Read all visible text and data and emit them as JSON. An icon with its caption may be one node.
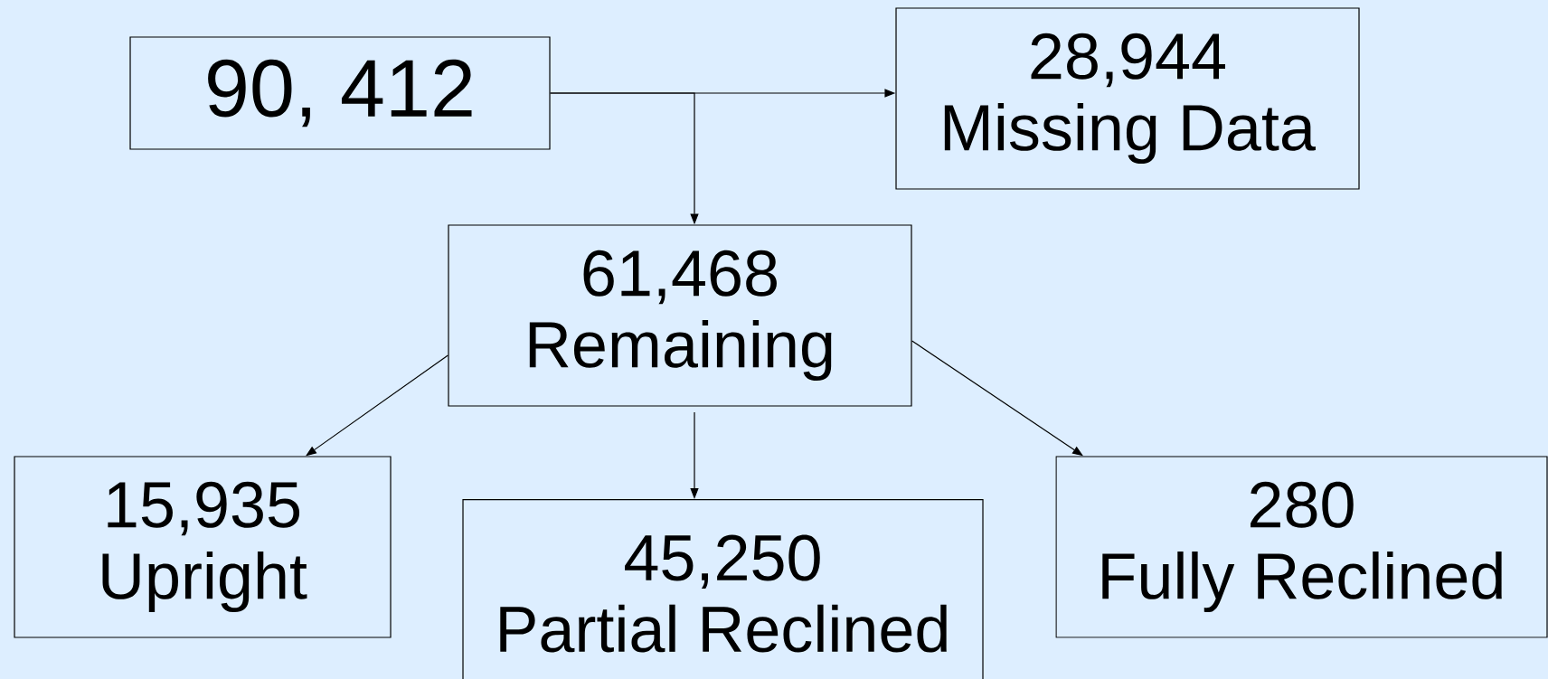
{
  "diagram": {
    "nodes": [
      {
        "text": [
          "90, 412"
        ]
      },
      {
        "text": [
          "28,944",
          "Missing Data"
        ]
      },
      {
        "text": [
          "61,468",
          "Remaining"
        ]
      },
      {
        "text": [
          "15,935",
          "Upright"
        ]
      },
      {
        "text": [
          "45,250",
          "Partial Reclined"
        ]
      },
      {
        "text": [
          "280",
          "Fully Reclined"
        ]
      }
    ],
    "edges": [
      {
        "from": 0,
        "to": 1,
        "arrow": "to"
      },
      {
        "from": 0,
        "to": 2,
        "arrow": "to"
      },
      {
        "from": 2,
        "to": 3,
        "arrow": "to"
      },
      {
        "from": 2,
        "to": 4,
        "arrow": "to"
      },
      {
        "from": 2,
        "to": 5,
        "arrow": "to"
      }
    ]
  }
}
